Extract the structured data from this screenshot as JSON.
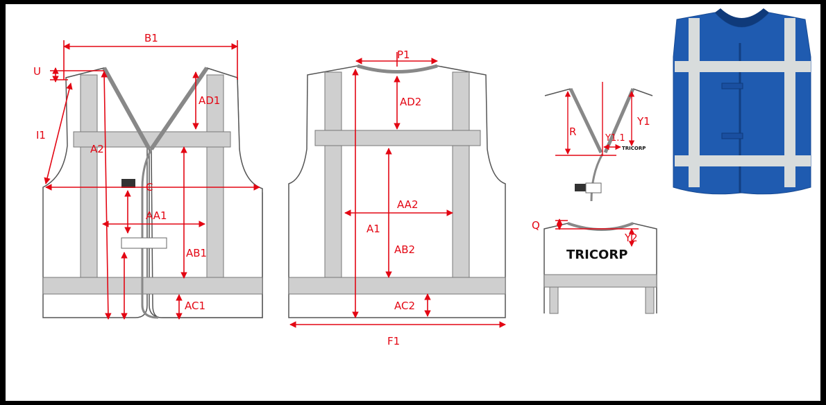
{
  "brand_text": "TRICORP",
  "colors": {
    "dimension": "#e30613",
    "vest_outline": "#555555",
    "reflective_strip": "#cfcfcf",
    "vest_blue": "#1f5bb0",
    "frame": "#000000"
  },
  "labels": {
    "B1": "B1",
    "U": "U",
    "AD1": "AD1",
    "I1": "I1",
    "A2": "A2",
    "C": "C",
    "AA1": "AA1",
    "AB1": "AB1",
    "AC1": "AC1",
    "P1": "P1",
    "AD2": "AD2",
    "AA2": "AA2",
    "A1": "A1",
    "AB2": "AB2",
    "AC2": "AC2",
    "F1": "F1",
    "R": "R",
    "Y1": "Y1",
    "Y1_1": "Y1.1",
    "Q": "Q",
    "Y2": "Y2"
  }
}
